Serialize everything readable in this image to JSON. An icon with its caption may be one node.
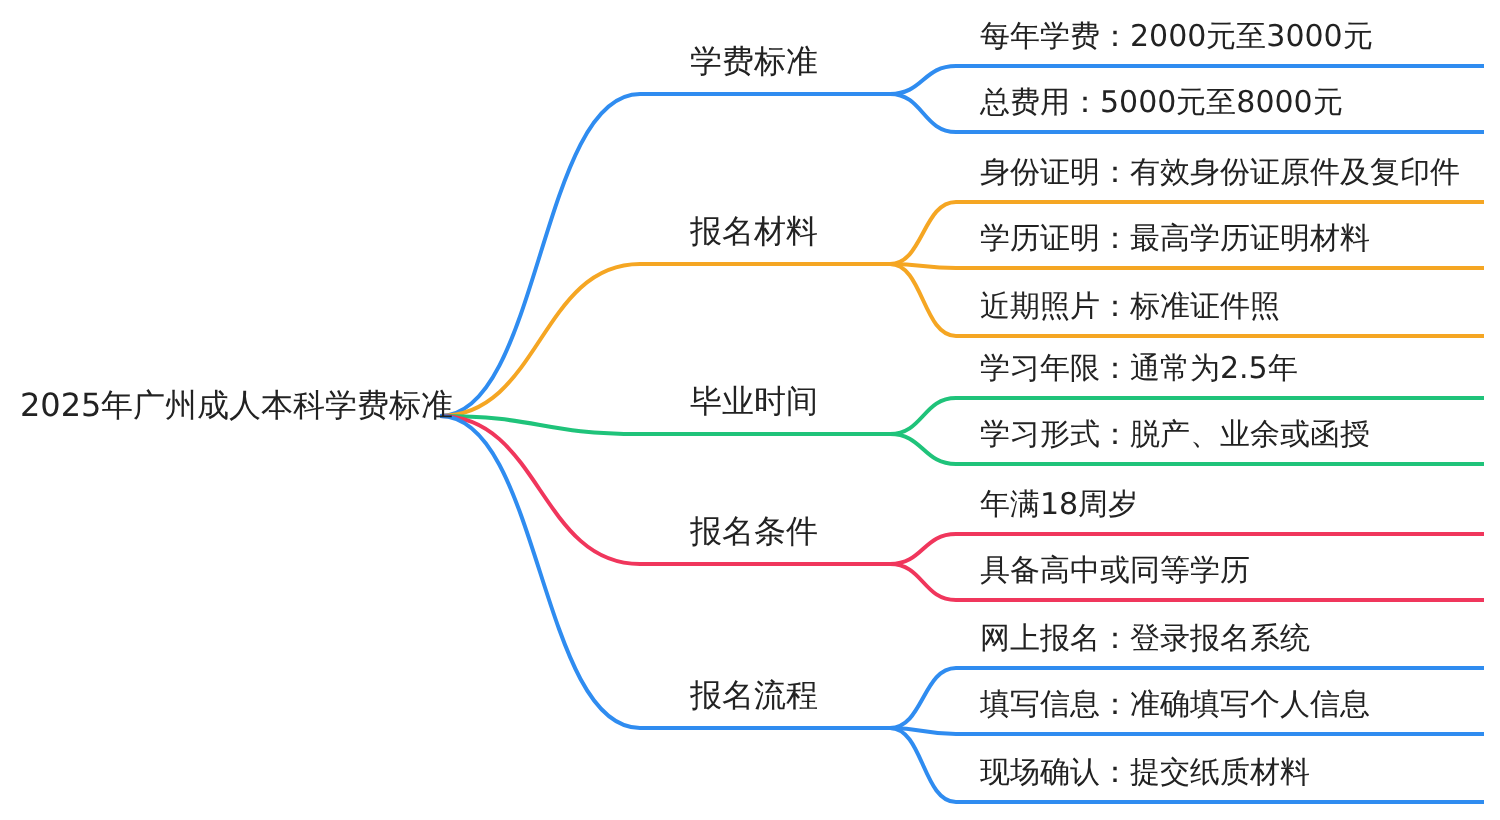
{
  "diagram": {
    "nodes": [
      {
        "text": [
          "2025年广州成人本科学费标准"
        ]
      },
      {
        "text": [
          "学费标准"
        ]
      },
      {
        "text": [
          "每年学费：2000元至3000元"
        ]
      },
      {
        "text": [
          "总费用：5000元至8000元"
        ]
      },
      {
        "text": [
          "报名材料"
        ]
      },
      {
        "text": [
          "身份证明：有效身份证原件及复印件"
        ]
      },
      {
        "text": [
          "学历证明：最高学历证明材料"
        ]
      },
      {
        "text": [
          "近期照片：标准证件照"
        ]
      },
      {
        "text": [
          "毕业时间"
        ]
      },
      {
        "text": [
          "学习年限：通常为2.5年"
        ]
      },
      {
        "text": [
          "学习形式：脱产、业余或函授"
        ]
      },
      {
        "text": [
          "报名条件"
        ]
      },
      {
        "text": [
          "年满18周岁"
        ]
      },
      {
        "text": [
          "具备高中或同等学历"
        ]
      },
      {
        "text": [
          "报名流程"
        ]
      },
      {
        "text": [
          "网上报名：登录报名系统"
        ]
      },
      {
        "text": [
          "填写信息：准确填写个人信息"
        ]
      },
      {
        "text": [
          "现场确认：提交纸质材料"
        ]
      }
    ],
    "edges": [
      {
        "from": 0,
        "to": 1,
        "arrow": "none"
      },
      {
        "from": 1,
        "to": 2,
        "arrow": "none"
      },
      {
        "from": 1,
        "to": 3,
        "arrow": "none"
      },
      {
        "from": 0,
        "to": 4,
        "arrow": "none",
        "color": "#f5a623"
      },
      {
        "from": 4,
        "to": 5,
        "arrow": "none",
        "color": "#f5a623"
      },
      {
        "from": 4,
        "to": 6,
        "arrow": "none",
        "color": "#f5a623"
      },
      {
        "from": 4,
        "to": 7,
        "arrow": "none",
        "color": "#f5a623"
      },
      {
        "from": 0,
        "to": 8,
        "arrow": "none",
        "color": "#1fc37a"
      },
      {
        "from": 8,
        "to": 9,
        "arrow": "none",
        "color": "#1fc37a"
      },
      {
        "from": 8,
        "to": 10,
        "arrow": "none",
        "color": "#1fc37a"
      },
      {
        "from": 0,
        "to": 11,
        "arrow": "none",
        "color": "#f0365c"
      },
      {
        "from": 11,
        "to": 12,
        "arrow": "none",
        "color": "#f0365c"
      },
      {
        "from": 11,
        "to": 13,
        "arrow": "none",
        "color": "#f0365c"
      },
      {
        "from": 0,
        "to": 14,
        "arrow": "none"
      },
      {
        "from": 14,
        "to": 15,
        "arrow": "none"
      },
      {
        "from": 14,
        "to": 16,
        "arrow": "none"
      },
      {
        "from": 14,
        "to": 17,
        "arrow": "none"
      }
    ]
  }
}
